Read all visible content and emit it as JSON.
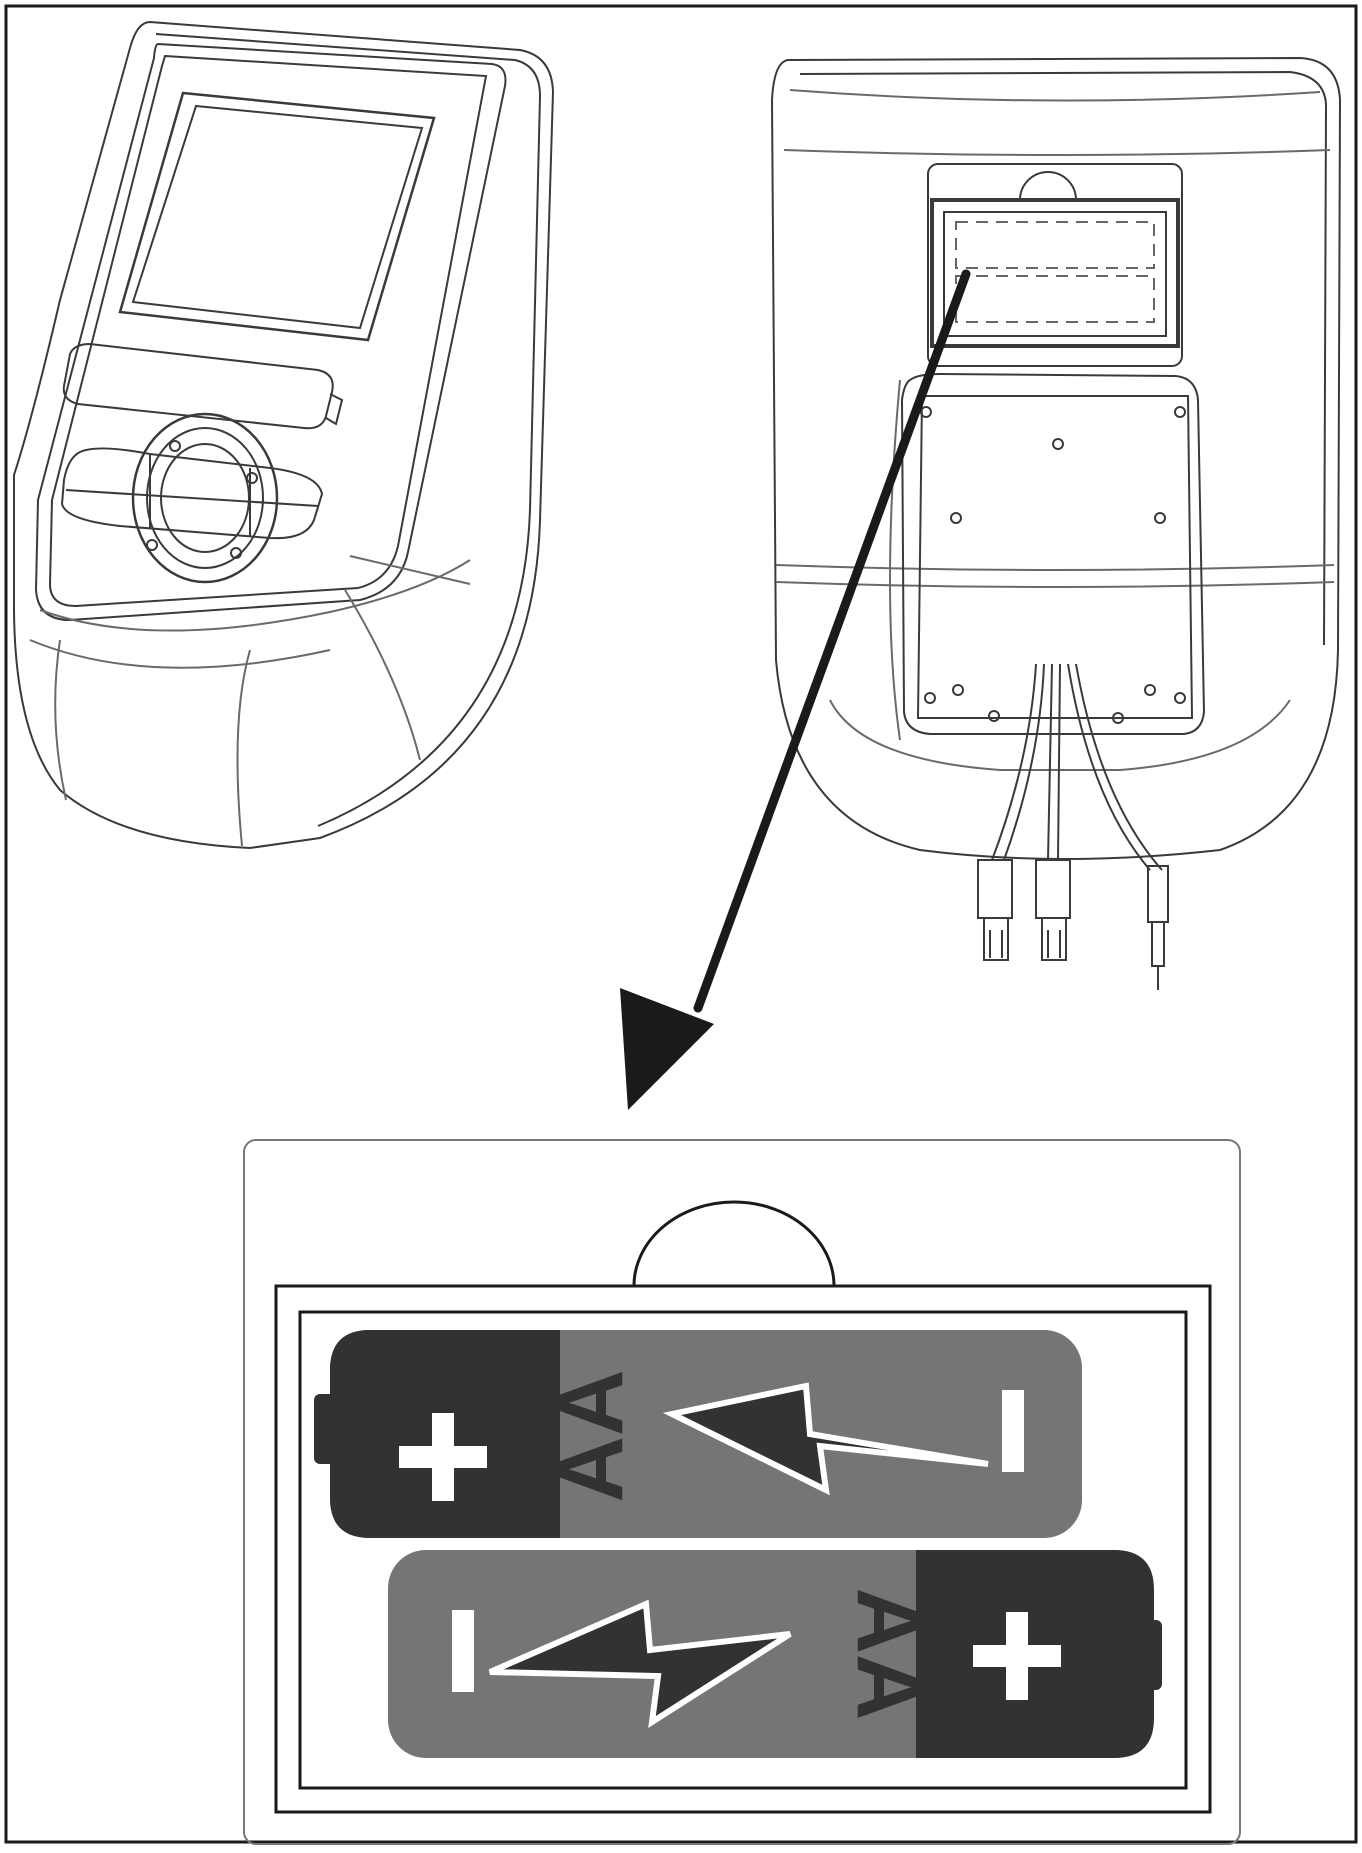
{
  "colors": {
    "line": "#1a1a1a",
    "sketch": "#555555",
    "battery_body": "#767575",
    "battery_cap": "#333132",
    "symbol": "#ffffff",
    "paper": "#ffffff"
  },
  "icons": {
    "console_front": "console-front-icon",
    "console_back": "console-back-icon",
    "arrow": "arrow-down-left-icon",
    "plus": "plus-sign-icon",
    "minus": "minus-sign-icon",
    "bolt": "lightning-bolt-icon"
  },
  "batteries": [
    {
      "label": "AA",
      "plus": "+",
      "minus": "I"
    },
    {
      "label": "AA",
      "plus": "+",
      "minus": "I"
    }
  ]
}
